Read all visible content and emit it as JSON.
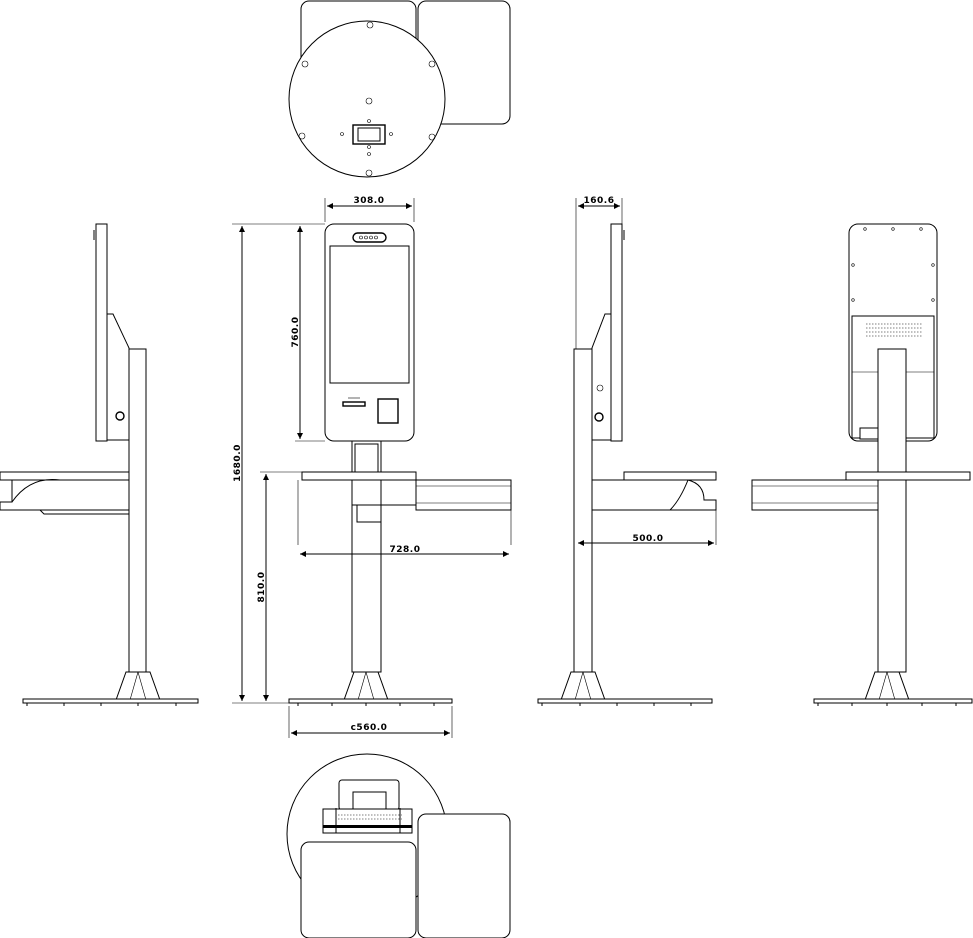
{
  "dimensions": {
    "display_width": "308.0",
    "display_height": "760.0",
    "total_height": "1680.0",
    "desk_height": "810.0",
    "desk_width": "728.0",
    "base_width": "c560.0",
    "depth": "160.6",
    "desk_depth": "500.0"
  }
}
